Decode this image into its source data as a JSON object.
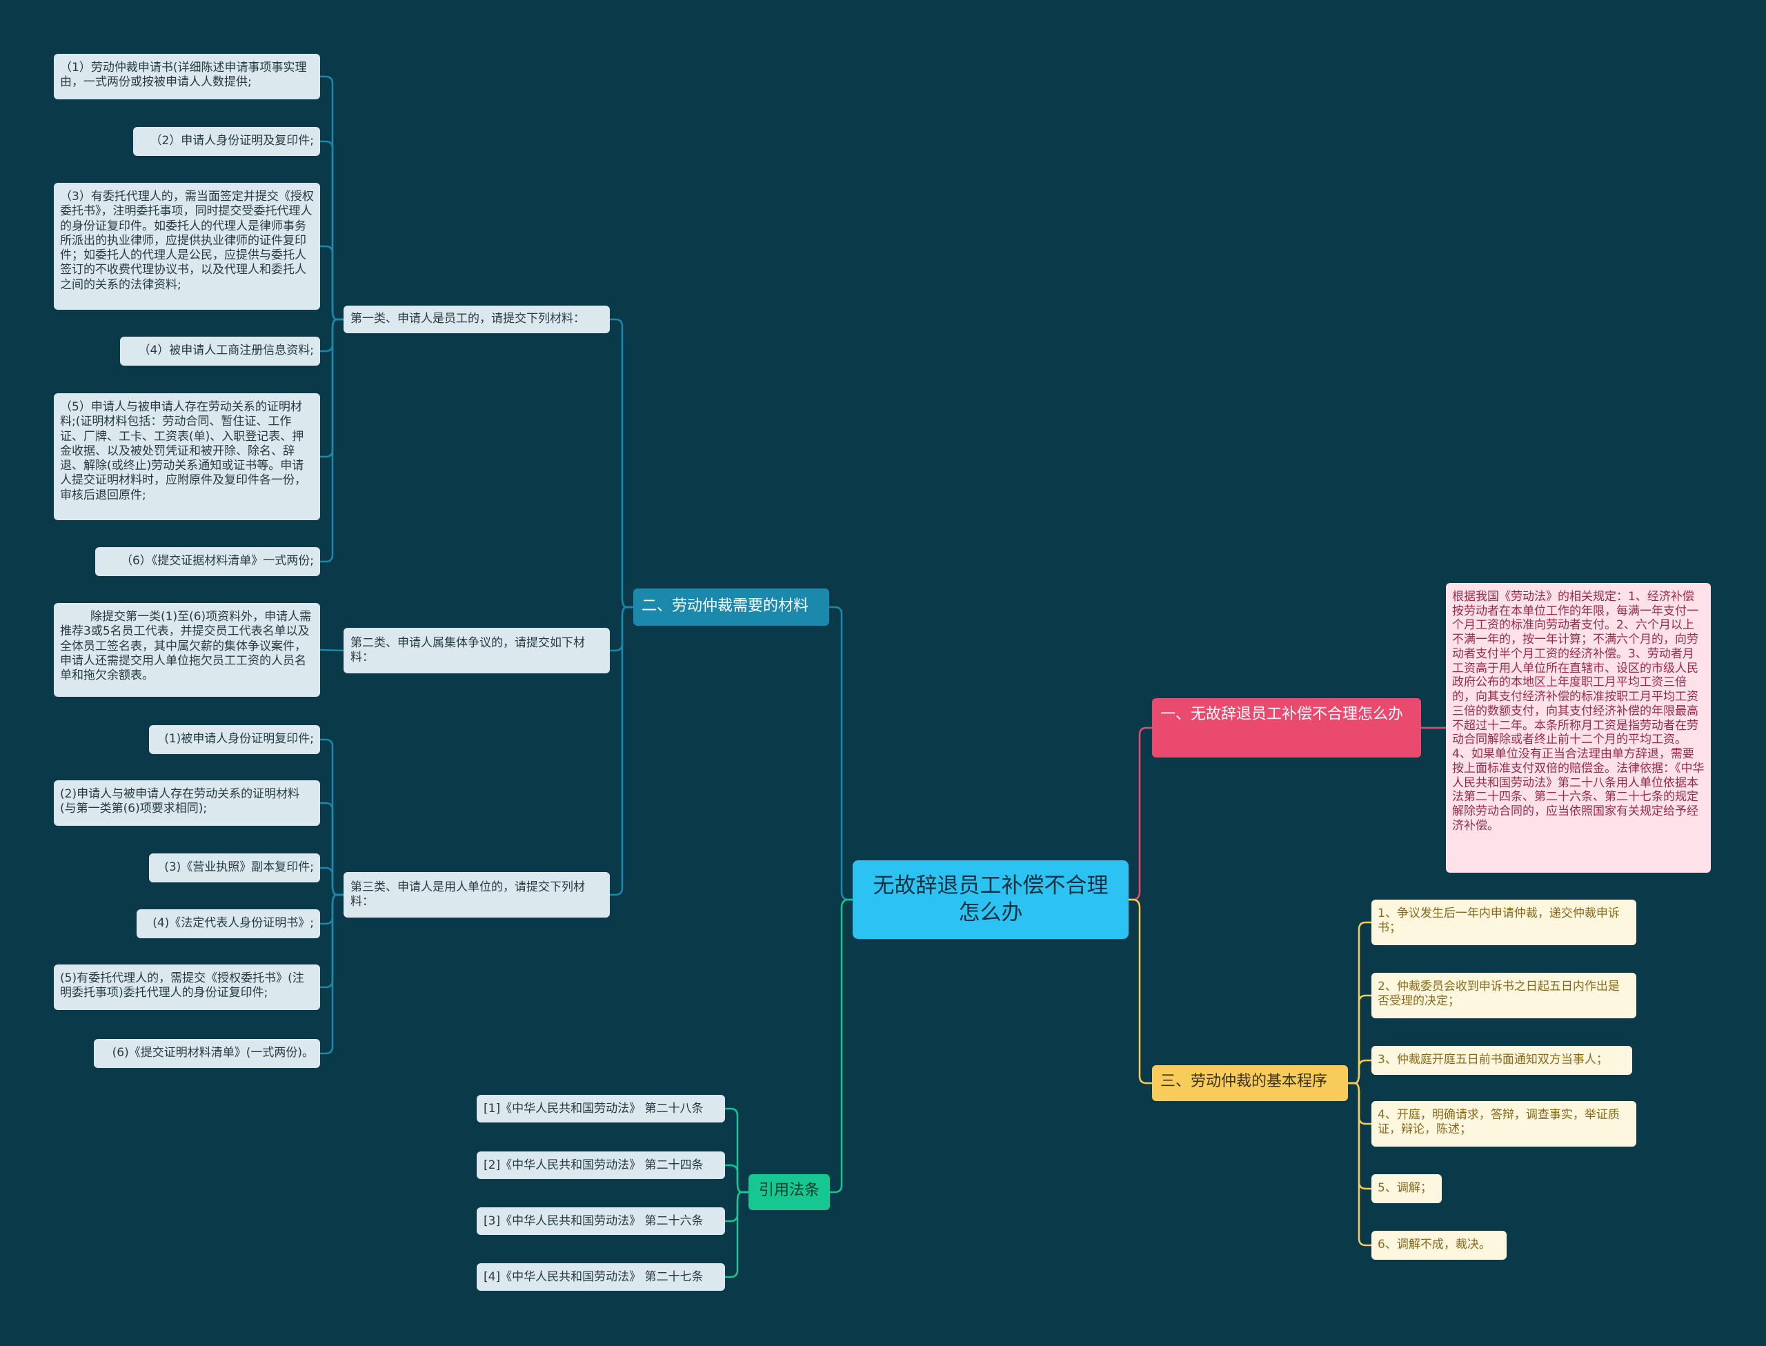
{
  "root": "无故辞退员工补偿不合理怎么办",
  "b2": {
    "label": "二、劳动仲裁需要的材料",
    "cat1": {
      "label": "第一类、申请人是员工的，请提交下列材料：",
      "items": [
        "（1）劳动仲裁申请书(详细陈述申请事项事实理由，一式两份或按被申请人人数提供;",
        "（2）申请人身份证明及复印件;",
        "（3）有委托代理人的，需当面签定并提交《授权委托书》，注明委托事项，同时提交受委托代理人的身份证复印件。如委托人的代理人是律师事务所派出的执业律师，应提供执业律师的证件复印件；如委托人的代理人是公民，应提供与委托人签订的不收费代理协议书，以及代理人和委托人之间的关系的法律资料;",
        "（4）被申请人工商注册信息资料;",
        "（5）申请人与被申请人存在劳动关系的证明材料;(证明材料包括：劳动合同、暂住证、工作证、厂牌、工卡、工资表(单)、入职登记表、押金收据、以及被处罚凭证和被开除、除名、辞退、解除(或终止)劳动关系通知或证书等。申请人提交证明材料时，应附原件及复印件各一份，审核后退回原件;",
        "（6）《提交证据材料清单》一式两份;"
      ]
    },
    "cat2": {
      "label": "第二类、申请人属集体争议的，请提交如下材料：",
      "items": [
        "除提交第一类(1)至(6)项资料外，申请人需推荐3或5名员工代表，并提交员工代表名单以及全体员工签名表，其中属欠薪的集体争议案件，申请人还需提交用人单位拖欠员工工资的人员名单和拖欠余额表。"
      ]
    },
    "cat3": {
      "label": "第三类、申请人是用人单位的，请提交下列材料：",
      "items": [
        "(1)被申请人身份证明复印件;",
        "(2)申请人与被申请人存在劳动关系的证明材料(与第一类第(6)项要求相同);",
        "(3)《营业执照》副本复印件;",
        "(4)《法定代表人身份证明书》;",
        "(5)有委托代理人的，需提交《授权委托书》(注明委托事项)委托代理人的身份证复印件;",
        "(6)《提交证明材料清单》(一式两份)。"
      ]
    }
  },
  "b4": {
    "label": "引用法条",
    "items": [
      "[1]《中华人民共和国劳动法》 第二十八条",
      "[2]《中华人民共和国劳动法》 第二十四条",
      "[3]《中华人民共和国劳动法》 第二十六条",
      "[4]《中华人民共和国劳动法》 第二十七条"
    ]
  },
  "b1": {
    "label": "一、无故辞退员工补偿不合理怎么办",
    "detail": "根据我国《劳动法》的相关规定：1、经济补偿按劳动者在本单位工作的年限，每满一年支付一个月工资的标准向劳动者支付。2、六个月以上不满一年的，按一年计算；不满六个月的，向劳动者支付半个月工资的经济补偿。3、劳动者月工资高于用人单位所在直辖市、设区的市级人民政府公布的本地区上年度职工月平均工资三倍的，向其支付经济补偿的标准按职工月平均工资三倍的数额支付，向其支付经济补偿的年限最高不超过十二年。本条所称月工资是指劳动者在劳动合同解除或者终止前十二个月的平均工资。4、如果单位没有正当合法理由单方辞退，需要按上面标准支付双倍的赔偿金。法律依据：《中华人民共和国劳动法》第二十八条用人单位依据本法第二十四条、第二十六条、第二十七条的规定解除劳动合同的，应当依照国家有关规定给予经济补偿。"
  },
  "b3": {
    "label": "三、劳动仲裁的基本程序",
    "items": [
      "1、争议发生后一年内申请仲裁，递交仲裁申诉书；",
      "2、仲裁委员会收到申诉书之日起五日内作出是否受理的决定；",
      "3、仲裁庭开庭五日前书面通知双方当事人；",
      "4、开庭，明确请求，答辩，调查事实，举证质证，辩论，陈述；",
      "5、调解；",
      "6、调解不成，裁决。"
    ]
  },
  "colors": {
    "background": "#0a3a4a",
    "root": "#2cc2f2",
    "blue_branch": "#1a89ac",
    "red_branch": "#ea4a6e",
    "yellow_branch": "#f7cc5a",
    "green_branch": "#16c792"
  }
}
